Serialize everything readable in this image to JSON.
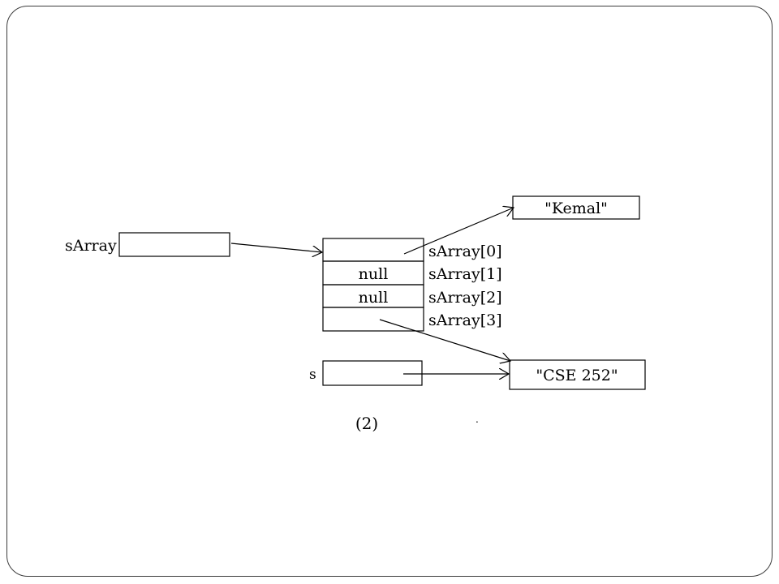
{
  "diagram": {
    "ref_label": "sArray",
    "cells": [
      {
        "value": "",
        "label": "sArray[0]"
      },
      {
        "value": "null",
        "label": "sArray[1]"
      },
      {
        "value": "null",
        "label": "sArray[2]"
      },
      {
        "value": "",
        "label": "sArray[3]"
      }
    ],
    "string_objects": [
      "\"Kemal\"",
      "\"CSE 252\""
    ],
    "s_label": "s",
    "caption": "(2)",
    "stray_mark": "."
  },
  "colors": {
    "stroke": "#000000",
    "frame": "#3c3c3c",
    "background": "#ffffff"
  }
}
